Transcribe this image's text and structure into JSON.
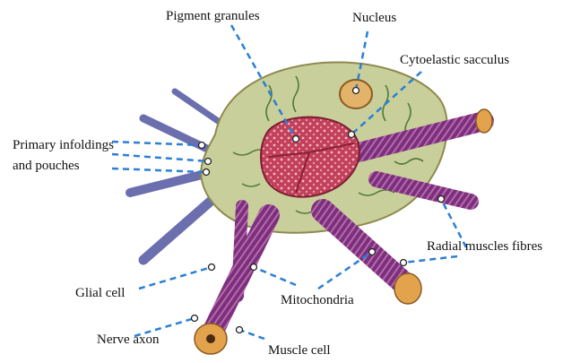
{
  "figure": {
    "labels": {
      "pigment_granules": "Pigment granules",
      "nucleus": "Nucleus",
      "cytoelastic_sacculus": "Cytoelastic sacculus",
      "primary_infoldings_line1": "Primary infoldings",
      "primary_infoldings_line2": "and pouches",
      "radial_muscle_fibres": "Radial muscles fibres",
      "glial_cell": "Glial  cell",
      "mitochondria": "Mitochondria",
      "nerve_axon": "Nerve axon",
      "muscle_cell": "Muscle cell"
    },
    "colors": {
      "leader_line": "#2a7fd4",
      "cytoplasm": "#c9cf9a",
      "cytoplasm_edge": "#8e8a4f",
      "pigment_core": "#c2405a",
      "muscle_arm": "#7a2f7f",
      "muscle_stripe": "#b76aa5",
      "arm_tip": "#e3a34d",
      "infolding": "#4f7a3a"
    }
  }
}
